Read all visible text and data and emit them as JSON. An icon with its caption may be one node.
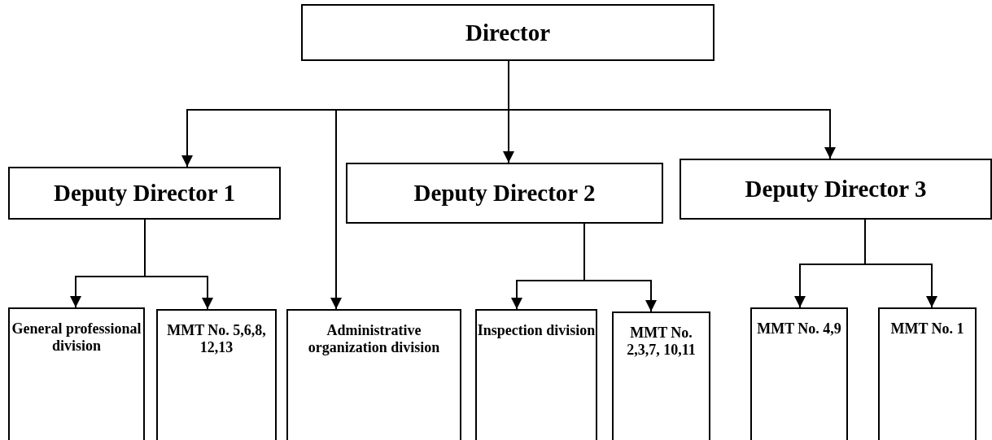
{
  "diagram": {
    "nodes": [
      {
        "text": [
          "Director"
        ]
      },
      {
        "text": [
          "Deputy Director 1"
        ]
      },
      {
        "text": [
          "Deputy Director 2"
        ]
      },
      {
        "text": [
          "Deputy Director 3"
        ]
      },
      {
        "text": [
          "General professional division"
        ]
      },
      {
        "text": [
          "MMT No. 5,6,8, 12,13"
        ]
      },
      {
        "text": [
          "Administrative organization division"
        ]
      },
      {
        "text": [
          "Inspection division"
        ]
      },
      {
        "text": [
          "MMT No. 2,3,7, 10,11"
        ]
      },
      {
        "text": [
          "MMT No. 4,9"
        ]
      },
      {
        "text": [
          "MMT No. 1"
        ]
      }
    ],
    "edges": [
      {
        "from": 0,
        "to": 1,
        "arrow": "to"
      },
      {
        "from": 0,
        "to": 6,
        "arrow": "to"
      },
      {
        "from": 0,
        "to": 2,
        "arrow": "to"
      },
      {
        "from": 0,
        "to": 3,
        "arrow": "to"
      },
      {
        "from": 1,
        "to": 4,
        "arrow": "to"
      },
      {
        "from": 1,
        "to": 5,
        "arrow": "to"
      },
      {
        "from": 2,
        "to": 7,
        "arrow": "to"
      },
      {
        "from": 2,
        "to": 8,
        "arrow": "to"
      },
      {
        "from": 3,
        "to": 9,
        "arrow": "to"
      },
      {
        "from": 3,
        "to": 10,
        "arrow": "to"
      }
    ]
  }
}
